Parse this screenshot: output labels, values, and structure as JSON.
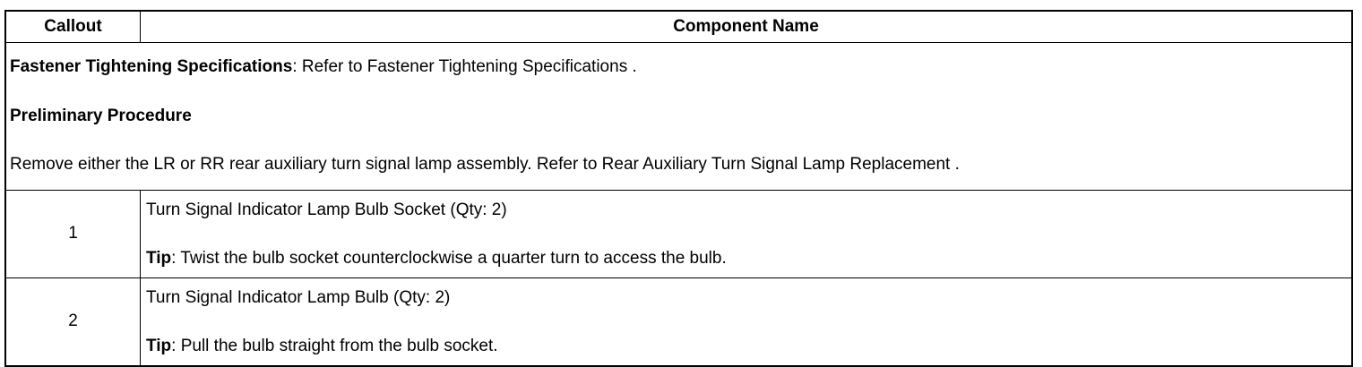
{
  "table": {
    "headers": [
      "Callout",
      "Component Name"
    ],
    "spec": {
      "fastener_label": "Fastener Tightening Specifications",
      "fastener_text": ": Refer to  Fastener Tightening Specifications .",
      "preliminary_heading": "Preliminary Procedure",
      "preliminary_text": "Remove either the LR or RR rear auxiliary turn signal lamp assembly. Refer to Rear Auxiliary Turn Signal Lamp Replacement ."
    },
    "rows": [
      {
        "callout": "1",
        "name": "Turn Signal Indicator Lamp Bulb Socket (Qty: 2)",
        "tip_label": "Tip",
        "tip_text": ": Twist the bulb socket counterclockwise a quarter turn to access the bulb."
      },
      {
        "callout": "2",
        "name": "Turn Signal Indicator Lamp Bulb (Qty: 2)",
        "tip_label": "Tip",
        "tip_text": ": Pull the bulb straight from the bulb socket."
      }
    ]
  }
}
